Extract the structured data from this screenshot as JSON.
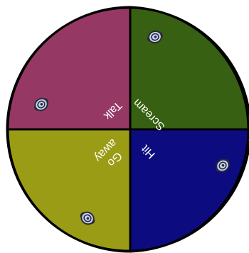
{
  "wheel": {
    "colors": {
      "outline": "#000000",
      "background": "#ffffff",
      "label": "#ffffff",
      "token_light": "#c9d6f2",
      "token_dark": "#2a2a3a"
    },
    "sections": [
      {
        "id": "talk",
        "label": "Talk",
        "color": "#963864",
        "token_icon": "spiral-token-icon"
      },
      {
        "id": "scream",
        "label": "Scream",
        "color": "#376012",
        "token_icon": "spiral-token-icon"
      },
      {
        "id": "go-away",
        "label_lines": [
          "Go",
          "away"
        ],
        "color": "#9a9c16",
        "token_icon": "spiral-token-icon"
      },
      {
        "id": "hit",
        "label": "Hit",
        "color": "#0c0c80",
        "token_icon": "spiral-token-icon"
      }
    ]
  }
}
